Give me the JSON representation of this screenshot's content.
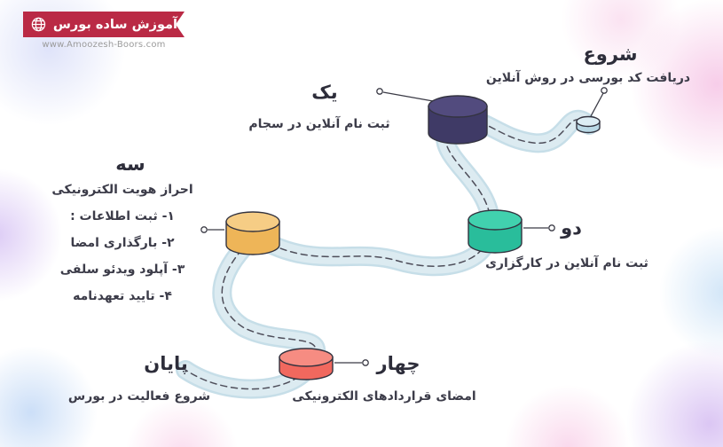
{
  "logo": {
    "brand": "آموزش ساده بورس",
    "website": "www.Amoozesh-Boors.com"
  },
  "steps": {
    "start": {
      "title": "شروع",
      "subtitle": "دریافت کد بورسی در روش آنلاین"
    },
    "one": {
      "title": "یک",
      "subtitle": "ثبت نام آنلاین در سجام"
    },
    "two": {
      "title": "دو",
      "subtitle": "ثبت نام آنلاین در کارگزاری"
    },
    "three": {
      "title": "سه",
      "subtitle": "احراز هویت الکترونیکی",
      "items": [
        "۱- ثبت اطلاعات :",
        "۲- بارگذاری امضا",
        "۳- آپلود ویدئو سلفی",
        "۴- تایید تعهدنامه"
      ]
    },
    "four": {
      "title": "چهار",
      "subtitle": "امضای قراردادهای الکترونیکی"
    },
    "end": {
      "title": "پایان",
      "subtitle": "شروع فعالیت در بورس"
    }
  },
  "colors": {
    "road": "#dcebf1",
    "road_edge": "#c6dee8",
    "dash": "#4e4e5a",
    "outline": "#33333f",
    "callout": "#3b3b46",
    "ribbon": "#ba2a45",
    "url_text": "#9b9b9b",
    "title_text": "#2d2d3a",
    "body_text": "#3c3c49",
    "cyl_start_top": "#dcedf4",
    "cyl_start_body": "#b9d8e5",
    "cyl_one_top": "#524b7e",
    "cyl_one_body": "#3f3a66",
    "cyl_two_top": "#41d1ae",
    "cyl_two_body": "#29bd9b",
    "cyl_three_top": "#f6cd85",
    "cyl_three_body": "#eeb558",
    "cyl_four_top": "#f68c82",
    "cyl_four_body": "#f1685e"
  }
}
